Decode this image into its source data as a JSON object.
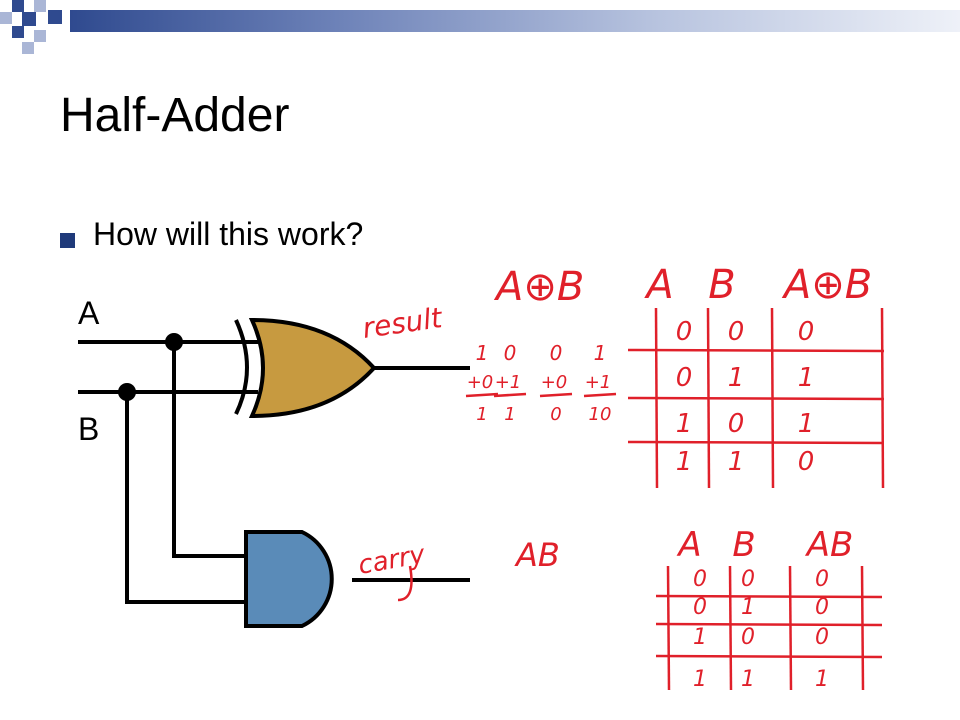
{
  "slide": {
    "title": "Half-Adder",
    "bullet": "How will this work?"
  },
  "circuit": {
    "input_a": "A",
    "input_b": "B",
    "xor_output_note": "result",
    "and_output_note": "carry",
    "xor_gate_color": "#c79a40",
    "and_gate_color": "#5a8bb8"
  },
  "annotations": {
    "xor_expr": "A⊕B",
    "and_expr": "AB",
    "sums": [
      {
        "top": "1",
        "op": "+0",
        "result": "1"
      },
      {
        "top": "0",
        "op": "+1",
        "result": "1"
      },
      {
        "top": "0",
        "op": "+0",
        "result": "0"
      },
      {
        "top": "1",
        "op": "+1",
        "result": "10"
      }
    ],
    "xor_table": {
      "headers": [
        "A",
        "B",
        "A⊕B"
      ],
      "rows": [
        [
          "0",
          "0",
          "0"
        ],
        [
          "0",
          "1",
          "1"
        ],
        [
          "1",
          "0",
          "1"
        ],
        [
          "1",
          "1",
          "0"
        ]
      ]
    },
    "and_table": {
      "headers": [
        "A",
        "B",
        "AB"
      ],
      "rows": [
        [
          "0",
          "0",
          "0"
        ],
        [
          "0",
          "1",
          "0"
        ],
        [
          "1",
          "0",
          "0"
        ],
        [
          "1",
          "1",
          "1"
        ]
      ]
    },
    "ink_color": "#e0202a"
  }
}
